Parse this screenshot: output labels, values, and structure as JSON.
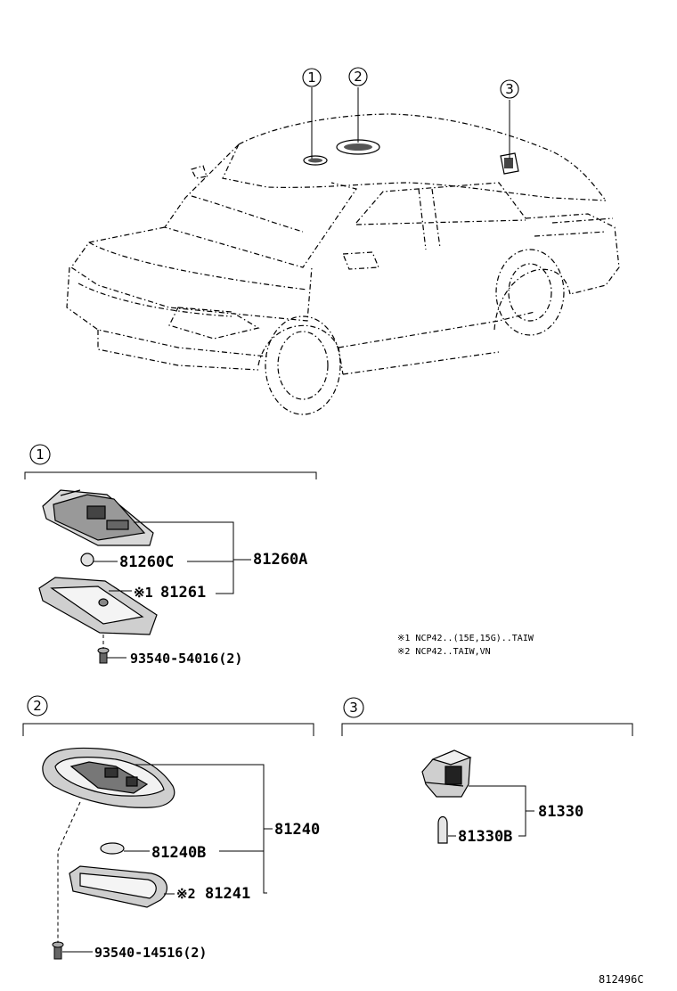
{
  "callouts": {
    "c1": "1",
    "c2": "2",
    "c3": "3"
  },
  "sections": {
    "s1": {
      "label": "1",
      "parts": {
        "assy": "81260A",
        "bulb": "81260C",
        "lens_mark": "※1",
        "lens": "81261",
        "screw": "93540-54016(2)"
      }
    },
    "s2": {
      "label": "2",
      "parts": {
        "assy": "81240",
        "bulb": "81240B",
        "lens_mark": "※2",
        "lens": "81241",
        "screw": "93540-14516(2)"
      }
    },
    "s3": {
      "label": "3",
      "parts": {
        "assy": "81330",
        "bulb": "81330B"
      }
    }
  },
  "notes": {
    "n1": "※1 NCP42..(15E,15G)..TAIW",
    "n2": "※2 NCP42..TAIW,VN"
  },
  "ref_code": "812496C"
}
